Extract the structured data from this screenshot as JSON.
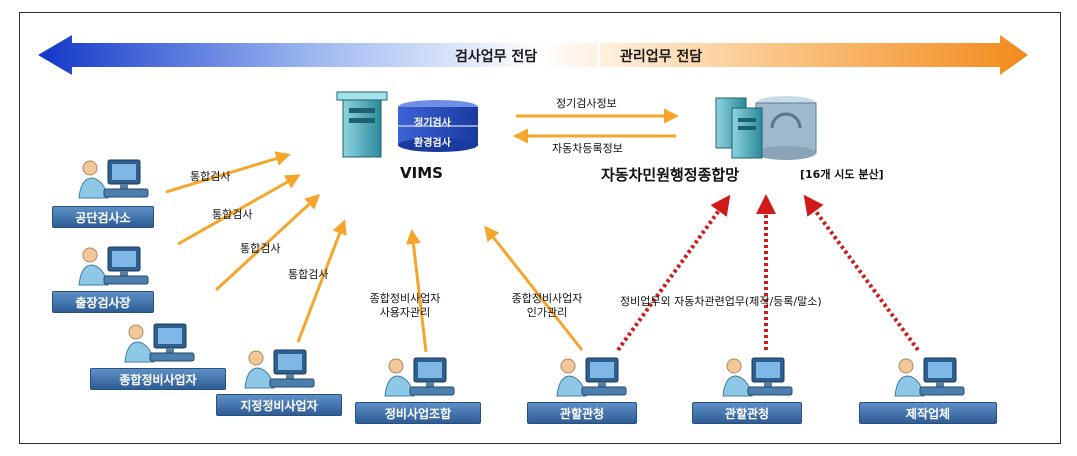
{
  "banner": {
    "left_label": "검사업무 전담",
    "right_label": "관리업무 전담"
  },
  "vims": {
    "name": "VIMS",
    "db_top": "정기검사",
    "db_bottom": "환경검사"
  },
  "central": {
    "name": "자동차민원행정종합망",
    "note": "[16개 시도 분산]"
  },
  "flows": {
    "to_central": "정기검사정보",
    "to_vims": "자동차등록정보",
    "integrated": "통합검사",
    "union_mgmt_1": "종합정비사업자",
    "union_mgmt_2": "사용자관리",
    "office_perm_1": "종합정비사업자",
    "office_perm_2": "인가관리",
    "admin_work": "정비업무외 자동차관련업무(제작/등록/말소)"
  },
  "actors": {
    "corp_inspection": "공단검사소",
    "field_inspection": "출장검사장",
    "general_repair": "종합정비사업자",
    "designated_repair": "지정정비사업자",
    "repair_union": "정비사업조합",
    "office_1": "관할관청",
    "office_2": "관할관청",
    "manufacturer": "제작업체"
  },
  "colors": {
    "banner_blue": "#1f4fd8",
    "banner_orange": "#f7a04a",
    "orange_arrow": "#f5a52a",
    "red_dotted": "#d11a1a",
    "box_blue": "#3a6aa8"
  }
}
